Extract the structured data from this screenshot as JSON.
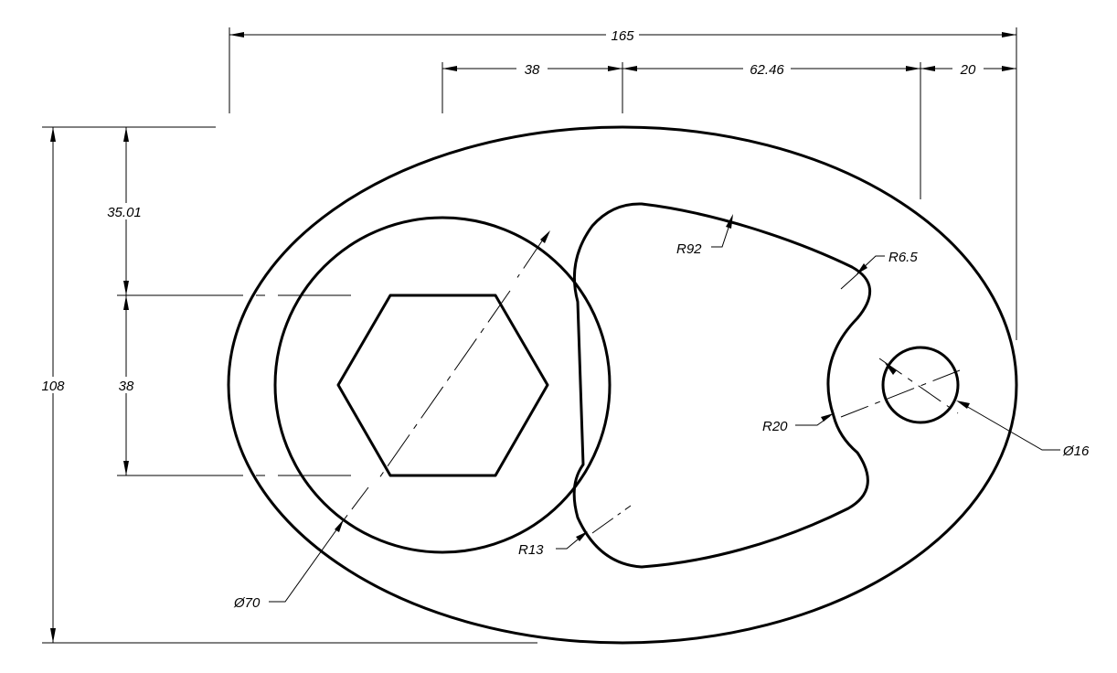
{
  "drawing": {
    "dimensions": {
      "overall_width": "165",
      "hole_spacing": "38",
      "slot_offset": "62.46",
      "right_offset": "20",
      "overall_height": "108",
      "top_offset": "35.01",
      "hex_height": "38"
    },
    "callouts": {
      "radius_top": "R92",
      "radius_corner": "R6.5",
      "radius_inner": "R20",
      "radius_bottom": "R13",
      "diameter_large": "Ø70",
      "diameter_small": "Ø16"
    }
  }
}
